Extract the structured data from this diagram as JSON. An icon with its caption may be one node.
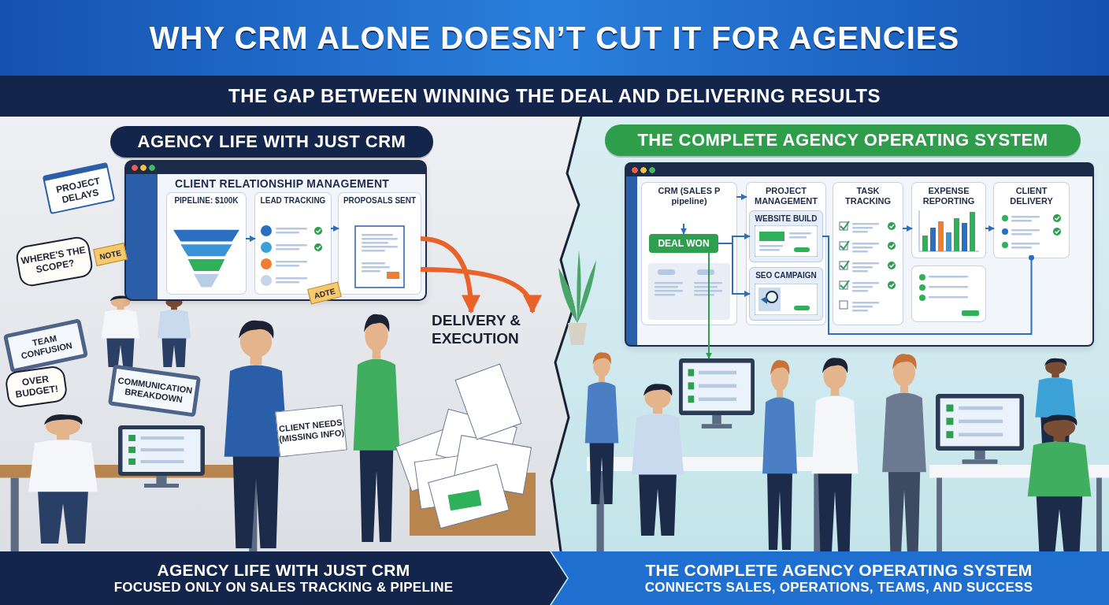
{
  "diagram": {
    "title": "WHY CRM ALONE DOESN’T CUT IT FOR AGENCIES",
    "nodes": [
      {
        "text": [
          "AGENCY LIFE WITH JUST CRM"
        ]
      },
      {
        "text": [
          "CLIENT RELATIONSHIP MANAGEMENT"
        ]
      },
      {
        "text": [
          "PIPELINE: $100K"
        ],
        "in": 1
      },
      {
        "text": [
          "LEAD TRACKING"
        ],
        "in": 1
      },
      {
        "text": [
          "PROPOSALS SENT"
        ],
        "in": 1
      },
      {
        "text": [
          "DELIVERY & EXECUTION"
        ]
      },
      {
        "text": [
          "PROJECT DELAYS"
        ]
      },
      {
        "text": [
          "NOTE"
        ]
      },
      {
        "text": [
          "WHERE'S THE SCOPE?"
        ]
      },
      {
        "text": [
          "TEAM CONFUSION"
        ]
      },
      {
        "text": [
          "OVER BUDGET!"
        ]
      },
      {
        "text": [
          "COMMUNICATION BREAKDOWN"
        ]
      },
      {
        "text": [
          "ADTE"
        ]
      },
      {
        "text": [
          "CLIENT NEEDS (MISSING INFO)"
        ]
      },
      {
        "text": [
          "THE COMPLETE AGENCY OPERATING SYSTEM"
        ]
      },
      {
        "text": [],
        "shape": "box"
      },
      {
        "text": [
          "CRM (SALES P pipeline)"
        ],
        "in": 15
      },
      {
        "text": [
          "DEAL WON"
        ],
        "in": 16
      },
      {
        "text": [
          "PROJECT MANAGEMENT"
        ],
        "in": 15
      },
      {
        "text": [
          "WEBSITE BUILD"
        ],
        "in": 18
      },
      {
        "text": [
          "SEO CAMPAIGN"
        ],
        "in": 18
      },
      {
        "text": [
          "TASK TRACKING"
        ],
        "in": 15
      },
      {
        "text": [
          "EXPENSE REPORTING"
        ],
        "in": 15
      },
      {
        "text": [
          "CLIENT DELIVERY"
        ],
        "in": 15
      },
      {
        "text": [
          "AGENCY LIFE WITH JUST CRM",
          "FOCUSED ONLY ON SALES TRACKING & PIPELINE"
        ]
      },
      {
        "text": [
          "THE COMPLETE AGENCY OPERATING SYSTEM",
          "CONNECTS SALES, OPERATIONS, TEAMS, AND SUCCESS"
        ]
      },
      {
        "text": [],
        "shape": "picture"
      },
      {
        "text": [],
        "shape": "box",
        "in": 15
      }
    ],
    "edges": [
      {
        "from": 2,
        "to": 3,
        "arrow": "to"
      },
      {
        "from": 3,
        "to": 4,
        "arrow": "to"
      },
      {
        "from": 4,
        "to": 5,
        "arrow": "to",
        "style": "thick",
        "color": "#e8622a"
      },
      {
        "from": 4,
        "to": 5,
        "arrow": "to",
        "style": "thick",
        "color": "#e8622a"
      },
      {
        "from": null,
        "to": 17,
        "arrow": "to"
      },
      {
        "from": 16,
        "to": 18,
        "arrow": "to"
      },
      {
        "from": 17,
        "to": 19,
        "arrow": "to"
      },
      {
        "from": 17,
        "to": 20,
        "arrow": "to"
      },
      {
        "from": 19,
        "to": 23,
        "arrow": "other"
      },
      {
        "from": 21,
        "to": 22,
        "arrow": "to"
      },
      {
        "from": 22,
        "to": 23,
        "arrow": "to"
      },
      {
        "from": 17,
        "to": 26,
        "arrow": "to",
        "color": "#2e9e4f"
      }
    ],
    "labels": [
      "THE GAP BETWEEN WINNING THE DEAL AND DELIVERING RESULTS"
    ]
  }
}
